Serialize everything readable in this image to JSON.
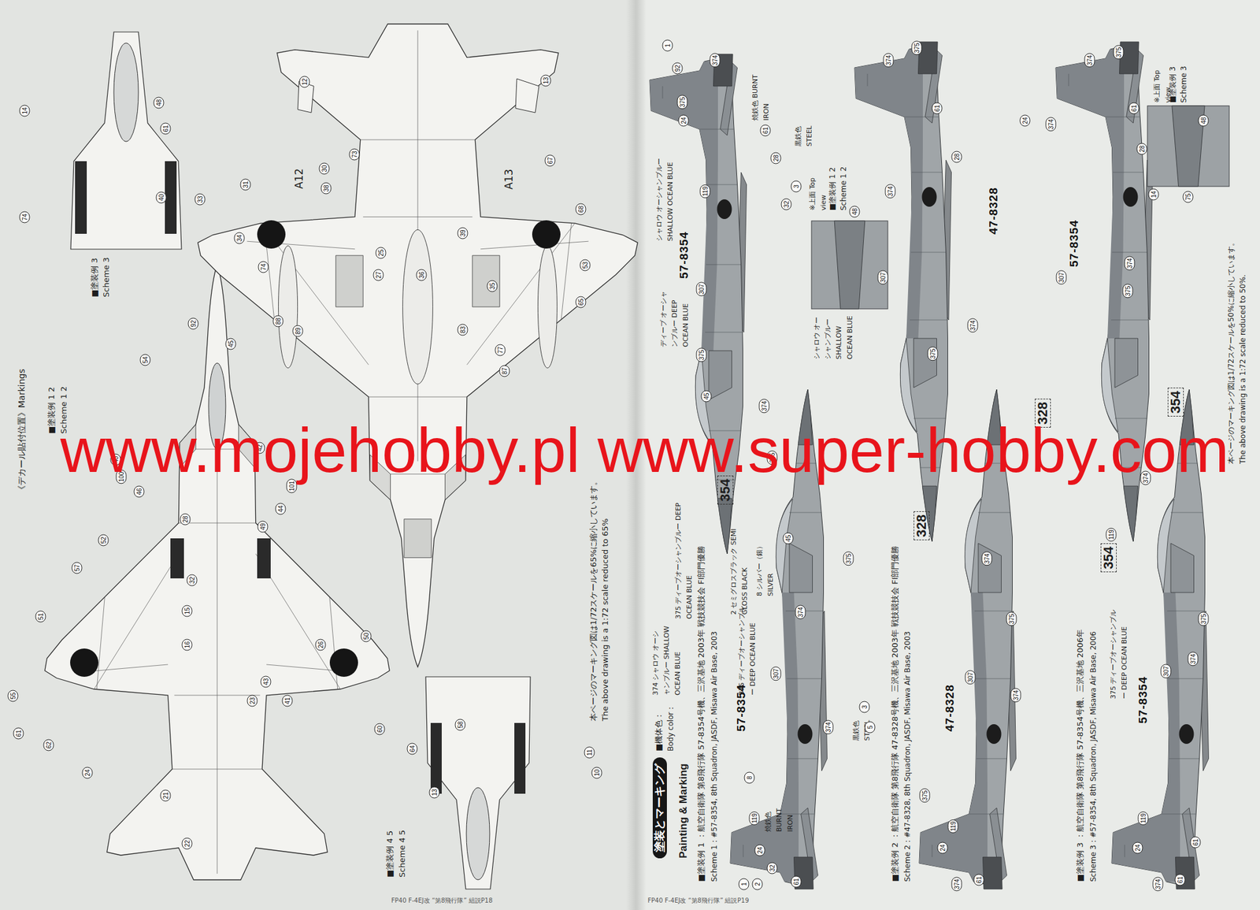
{
  "diagram": {
    "labels": [
      "《デカール貼付位置》Markings",
      "■塗装例 1 2",
      "Scheme 1 2",
      "■塗装例 3",
      "Scheme 3",
      "■塗装例 4 5",
      "Scheme 4 5",
      "A12",
      "A13",
      "本ページのマーキング図は1/72スケールを65%に縮小しています。",
      "The above drawing is a 1:72 scale reduced to 65%",
      "FP40 F-4EJ改 “第8飛行隊” 組説P18",
      "FP40 F-4EJ改 “第8飛行隊” 組説P19",
      "塗装とマーキング",
      "Painting & Marking",
      "■機体色：",
      "Body color：",
      "374 シャロウ オーシャンブルー SHALLOW OCEAN BLUE",
      "375 ディープオーシャンブルー DEEP OCEAN BLUE",
      "8 シルバー（銀） SILVER",
      "2 セミグロスブラック SEMI GLOSS BLACK",
      "■塗装例 1 ：航空自衛隊 第8飛行隊 57-8354号機、三沢基地 2003年 戦技競技会 FI部門優勝",
      "Scheme 1 : #57-8354, 8th Squadron, JASDF, Misawa Air Base, 2003",
      "■塗装例 2 ：航空自衛隊 第8飛行隊 47-8328号機、三沢基地 2003年 戦技競技会 FI部門優勝",
      "Scheme 2 : #47-8328, 8th Squadron, JASDF, Misawa Air Base, 2003",
      "■塗装例 3 ：航空自衛隊 第8飛行隊 57-8354号機、三沢基地 2006年",
      "Scheme 3 : #57-8354, 8th Squadron, JASDF, Misawa Air Base, 2006",
      "シャロウ オーシャンブルー SHALLOW OCEAN BLUE",
      "ディープ オーシャンブルー DEEP OCEAN BLUE",
      "焼鉄色 BURNT IRON",
      "黒鉄色 STEEL",
      "シャロウ オーシャンブルー SHALLOW OCEAN BLUE",
      "※上面 Top view",
      "■塗装例 1 2 Scheme 1 2",
      "※上面 Top view",
      "■塗装例 3 Scheme 3",
      "本ページのマーキング図は1/72スケールを50%に縮小しています。",
      "The above drawing is a 1:72 scale reduced to 50%.",
      "焼鉄色 BURNT IRON",
      "黒鉄色 STEEL",
      "375 ディープオーシャンブルー DEEP OCEAN BLUE",
      "375 ディープオーシャンブルー DEEP OCEAN BLUE",
      "57-8354",
      "47-8328",
      "57-8354",
      "57-8354",
      "47-8328",
      "57-8354",
      "354",
      "328",
      "328",
      "354",
      "354",
      "www.mojehobby.pl www.super-hobby.com",
      "14",
      "48",
      "61",
      "40",
      "74",
      "12",
      "13",
      "33",
      "31",
      "30",
      "38",
      "73",
      "34",
      "74",
      "25",
      "27",
      "36",
      "39",
      "67",
      "68",
      "35",
      "53",
      "65",
      "77",
      "87",
      "83",
      "88",
      "89",
      "92",
      "45",
      "54",
      "46",
      "40",
      "100",
      "52",
      "57",
      "51",
      "55",
      "61",
      "62",
      "24",
      "15",
      "16",
      "32",
      "28",
      "21",
      "22",
      "23",
      "42",
      "44",
      "49",
      "41",
      "43",
      "26",
      "50",
      "60",
      "64",
      "101",
      "58",
      "10",
      "11",
      "13",
      "1",
      "92",
      "374",
      "375",
      "24",
      "61",
      "28",
      "3",
      "32",
      "119",
      "307",
      "375",
      "45",
      "374",
      "375",
      "374",
      "375",
      "61",
      "28",
      "374",
      "48",
      "375",
      "374",
      "307",
      "374",
      "375",
      "61",
      "28",
      "374",
      "24",
      "307",
      "374",
      "375",
      "119",
      "48",
      "75",
      "14",
      "8",
      "5",
      "3",
      "24",
      "1",
      "2",
      "32",
      "61",
      "119",
      "374",
      "375",
      "307",
      "374",
      "45",
      "24",
      "61",
      "374",
      "375",
      "119",
      "307",
      "374",
      "375",
      "374",
      "24",
      "61",
      "374",
      "119",
      "307",
      "374",
      "375",
      "374",
      "61"
    ]
  }
}
